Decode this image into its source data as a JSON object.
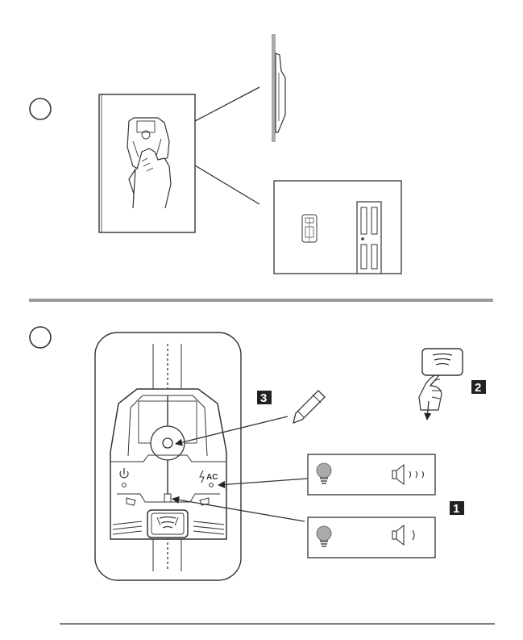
{
  "colors": {
    "ink": "#333333",
    "divider": "#9a9a9a",
    "paper": "#ffffff",
    "badge": "#222222"
  },
  "steps": {
    "top_circle": "",
    "bottom_circle": ""
  },
  "callouts": {
    "badge_1": "1",
    "badge_2": "2",
    "badge_3": "3"
  },
  "device": {
    "power_icon": "power-icon",
    "ac_label": "AC",
    "center_button_icon": "wave-button-icon"
  },
  "indicators": {
    "upper_panel": {
      "light": "bulb-icon",
      "sound": "speaker-3-waves-icon"
    },
    "lower_panel": {
      "light": "bulb-icon",
      "sound": "speaker-1-wave-icon"
    }
  },
  "icons": {
    "pencil": "pencil-icon",
    "press_button": "finger-press-icon",
    "down_arrow": "arrow-down-icon"
  }
}
